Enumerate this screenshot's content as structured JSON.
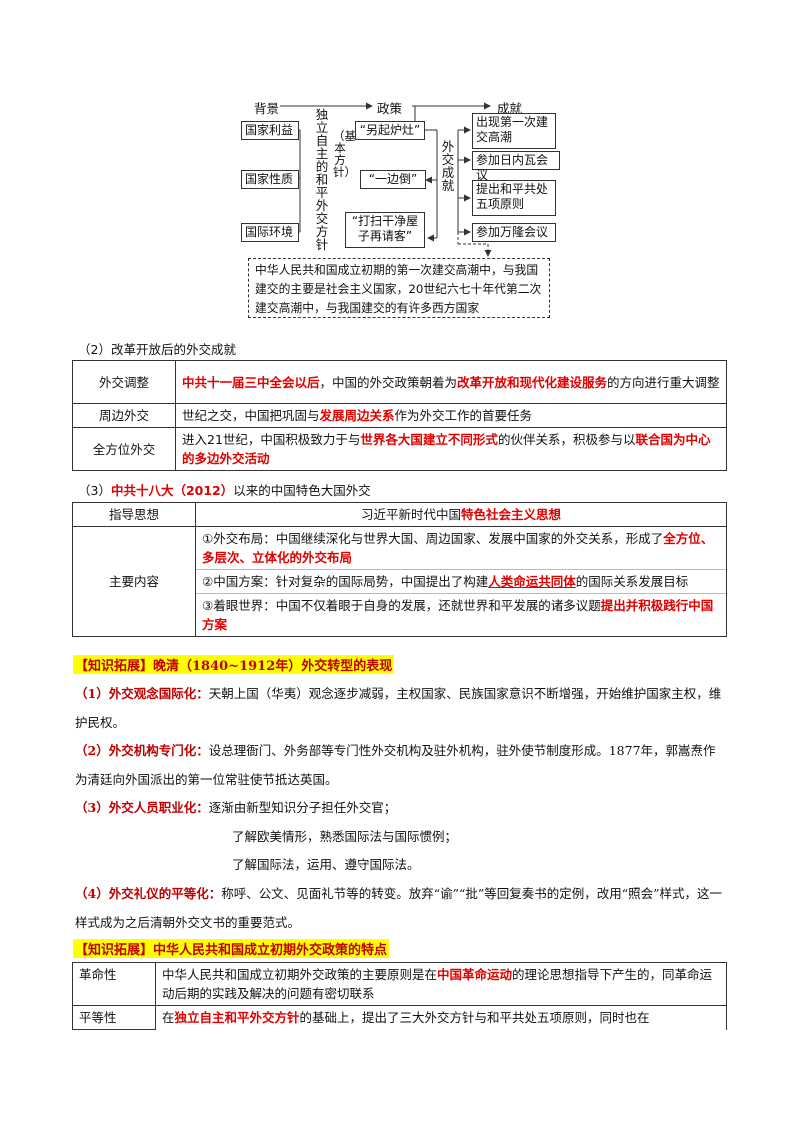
{
  "diagram": {
    "head_bg": "背景",
    "head_policy": "政策",
    "head_achieve": "成就",
    "bg_items": [
      "国家利益",
      "国家性质",
      "国际环境"
    ],
    "policy_main": "独立自主的和平外交方针",
    "policy_sub": "（基本方针）",
    "policies": [
      "“另起炉灶”",
      "“一边倒”",
      "“打扫干净屋子再请客”"
    ],
    "achieve_label": "外交成就",
    "achievements": [
      "出现第一次建交高潮",
      "参加日内瓦会议",
      "提出和平共处五项原则",
      "参加万隆会议"
    ],
    "note": "中华人民共和国成立初期的第一次建交高潮中，与我国建交的主要是社会主义国家，20世纪六七十年代第二次建交高潮中，与我国建交的有许多西方国家"
  },
  "section2": {
    "title": "（2）改革开放后的外交成就",
    "rows": [
      {
        "label": "外交调整",
        "t1": "中共十一届三中全会以后",
        "t2": "，中国的外交政策朝着为",
        "t3": "改革开放和现代化建设服务",
        "t4": "的方向进行重大调整"
      },
      {
        "label": "周边外交",
        "t1": "世纪之交，中国把巩固与",
        "t2": "发展周边关系",
        "t3": "作为外交工作的首要任务"
      },
      {
        "label": "全方位外交",
        "t1": "进入21世纪，中国积极致力于与",
        "t2": "世界各大国建立不同形式",
        "t3": "的伙伴关系，积极参与以",
        "t4": "联合国为中心的多边外交活动"
      }
    ]
  },
  "section3": {
    "title_red": "中共十八大（2012）",
    "title_prefix": "（3）",
    "title_rest": "以来的中国特色大国外交",
    "guide_label": "指导思想",
    "guide_t1": "习近平新时代中国",
    "guide_t2": "特色社会主义思想",
    "content_label": "主要内容",
    "item1_t1": "①外交布局：中国继续深化与世界大国、周边国家、发展中国家的外交关系，形成了",
    "item1_t2": "全方位、多层次、立体化的外交布局",
    "item2_t1": "②中国方案：针对复杂的国际局势，中国提出了构建",
    "item2_t2": "人类命运共同体",
    "item2_t3": "的国际关系发展目标",
    "item3_t1": "③着眼世界：中国不仅着眼于自身的发展，还就世界和平发展的诸多议题",
    "item3_t2": "提出并积极践行中国方案"
  },
  "ext1": {
    "heading": "【知识拓展】晚清（1840~1912年）外交转型的表现",
    "p1_label": "（1）外交观念国际化：",
    "p1_text": "天朝上国（华夷）观念逐步减弱，主权国家、民族国家意识不断增强，开始维护国家主权，维护民权。",
    "p2_label": "（2）外交机构专门化：",
    "p2_text": "设总理衙门、外务部等专门性外交机构及驻外机构，驻外使节制度形成。1877年，郭嵩焘作为清廷向外国派出的第一位常驻使节抵达英国。",
    "p3_label": "（3）外交人员职业化：",
    "p3_l1": "逐渐由新型知识分子担任外交官；",
    "p3_l2": "了解欧美情形，熟悉国际法与国际惯例；",
    "p3_l3": "了解国际法，运用、遵守国际法。",
    "p4_label": "（4）外交礼仪的平等化：",
    "p4_text": "称呼、公文、见面礼节等的转变。放弃“谕”“批”等回复奏书的定例，改用“照会”样式，这一样式成为之后清朝外交文书的重要范式。"
  },
  "ext2": {
    "heading": "【知识拓展】中华人民共和国成立初期外交政策的特点",
    "r1_label": "革命性",
    "r1_t1": "中华人民共和国成立初期外交政策的主要原则是在",
    "r1_t2": "中国革命运动",
    "r1_t3": "的理论思想指导下产生的，同革命运动后期的实践及解决的问题有密切联系",
    "r2_label": "平等性",
    "r2_t1": "在",
    "r2_t2": "独立自主和平外交方针",
    "r2_t3": "的基础上，提出了三大外交方针与和平共处五项原则，同时也在"
  }
}
